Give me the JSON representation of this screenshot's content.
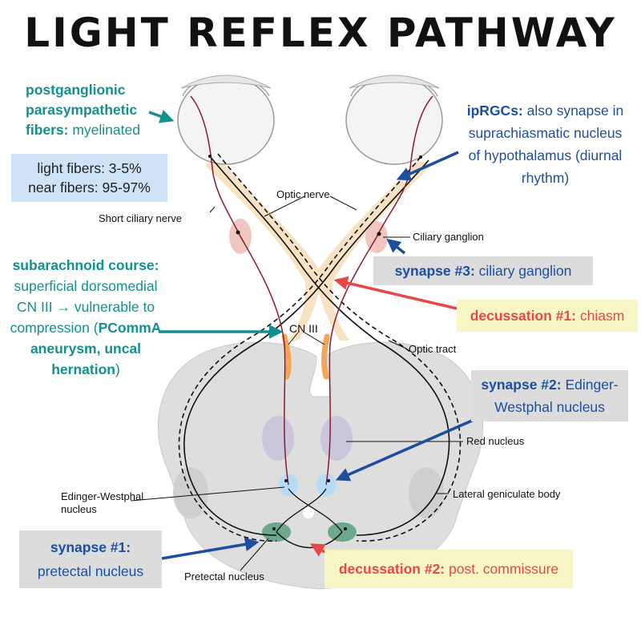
{
  "title": "LIGHT REFLEX PATHWAY",
  "annotations": {
    "postganglionic": {
      "bold": "postganglionic parasympathetic fibers:",
      "rest": " myelinated"
    },
    "fiber_split": {
      "line1": "light fibers: 3-5%",
      "line2": "near fibers: 95-97%"
    },
    "ipRGCs": {
      "bold": "ipRGCs:",
      "rest": " also synapse in suprachiasmatic nucleus of hypothalamus (diurnal rhythm)"
    },
    "synapse3": {
      "bold": "synapse #3:",
      "rest": " ciliary ganglion"
    },
    "decussation1": {
      "bold": "decussation #1:",
      "rest": " chiasm"
    },
    "subarachnoid": {
      "bold": "subarachnoid course:",
      "rest": " superficial dorsomedial CN III → vulnerable to compression (",
      "bold2": "PCommA aneurysm, uncal hernation",
      "end": ")"
    },
    "synapse2": {
      "bold": "synapse #2:",
      "rest": " Edinger-Westphal nucleus"
    },
    "synapse1": {
      "bold": "synapse #1:",
      "rest": "pretectal nucleus"
    },
    "decussation2": {
      "bold": "decussation #2:",
      "rest": " post. commissure"
    }
  },
  "labels": {
    "short_ciliary_nerve": "Short ciliary nerve",
    "optic_nerve": "Optic nerve",
    "ciliary_ganglion": "Ciliary ganglion",
    "cn3": "CN III",
    "optic_tract": "Optic tract",
    "red_nucleus": "Red nucleus",
    "ew_nucleus_line1": "Edinger-Westphal",
    "ew_nucleus_line2": "nucleus",
    "lateral_geniculate": "Lateral geniculate body",
    "pretectal_nucleus": "Pretectal nucleus"
  },
  "colors": {
    "teal": "#138f8f",
    "blue": "#1c4fa0",
    "red": "#e8474a",
    "nerve_red": "#8b1a2b",
    "chiasm": "#f8e2c4",
    "brainstem": "#dedede"
  }
}
